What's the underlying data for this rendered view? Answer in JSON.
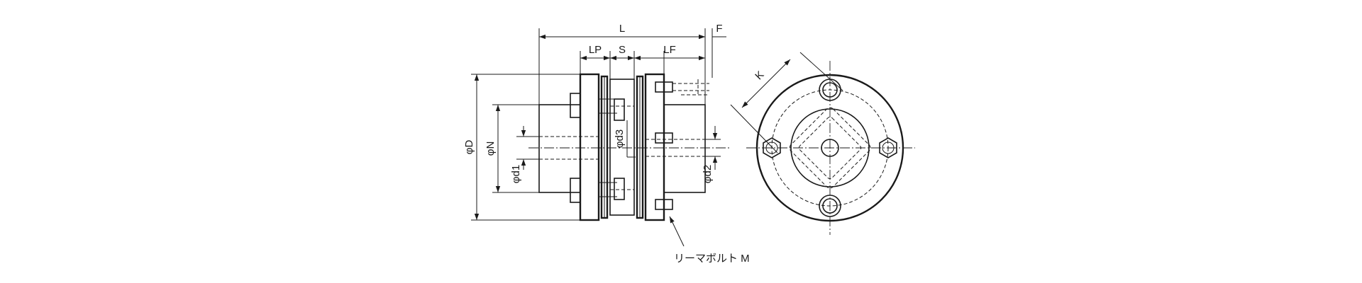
{
  "dimensions": {
    "L": "L",
    "F": "F",
    "LP": "LP",
    "S": "S",
    "LF": "LF",
    "D": "φD",
    "N": "φN",
    "d1": "φd1",
    "d2": "φd2",
    "d3": "φd3",
    "K": "K"
  },
  "callouts": {
    "reamer_bolt": "リーマボルト M"
  }
}
